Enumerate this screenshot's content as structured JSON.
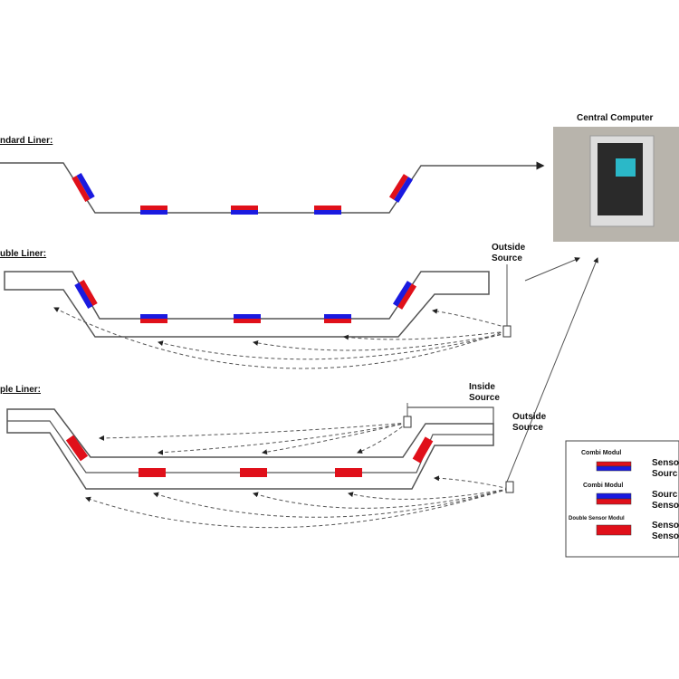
{
  "labels": {
    "standard": "ndard Liner:",
    "double": "uble Liner:",
    "triple": "ple Liner:",
    "central_computer": "Central Computer",
    "outside_source_1": [
      "Outside",
      "Source"
    ],
    "inside_source": [
      "Inside",
      "Source"
    ],
    "outside_source_2": [
      "Outside",
      "Source"
    ]
  },
  "legend": [
    {
      "title": "Combi Modul",
      "desc": [
        "Senso",
        "Sourc"
      ]
    },
    {
      "title": "Combi Modul",
      "desc": [
        "Sourc",
        "Senso"
      ]
    },
    {
      "title": "Double Sensor Modul",
      "desc": [
        "Senso",
        "Senso"
      ]
    }
  ],
  "colors": {
    "sensor": "#e0101a",
    "source": "#1a1ae0",
    "line": "#555555"
  }
}
